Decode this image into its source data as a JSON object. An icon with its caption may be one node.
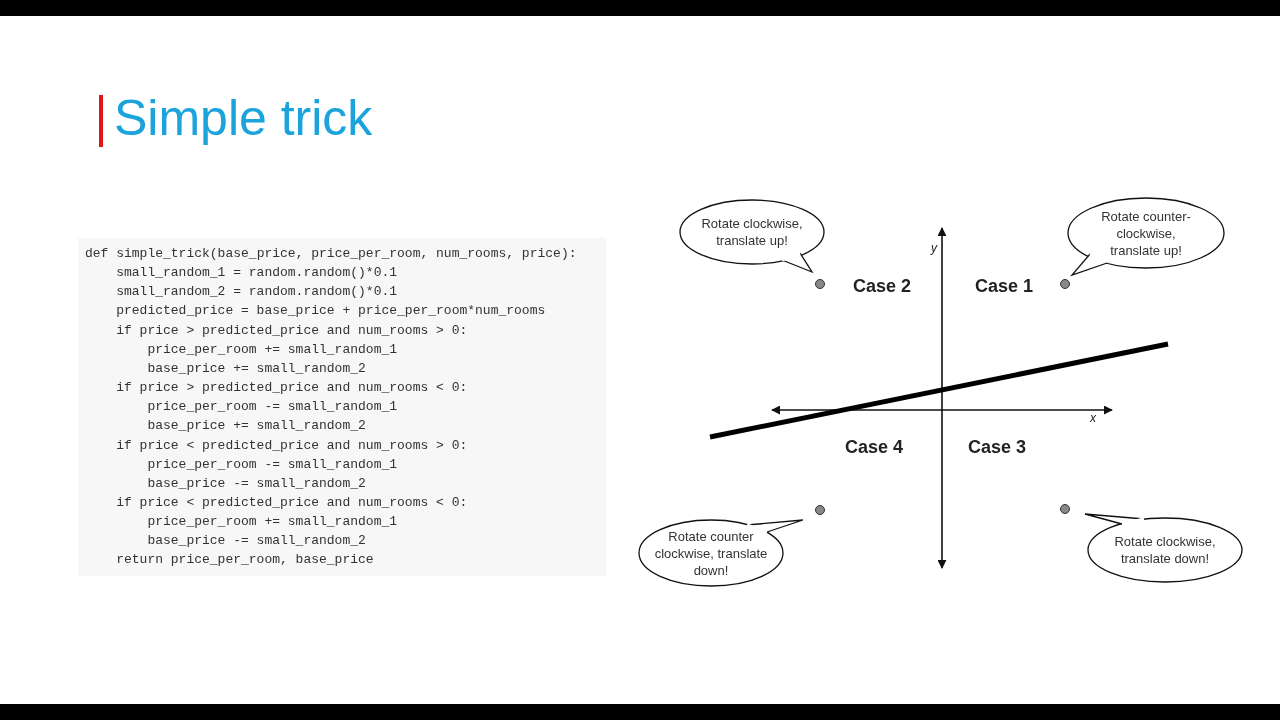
{
  "diagram": {
    "title": "Simple trick",
    "nodes": [
      {
        "text": [
          "Rotate clockwise, translate up!"
        ]
      },
      {
        "text": [
          "Rotate counter- clockwise, translate up!"
        ]
      },
      {
        "text": [
          "Rotate counter clockwise, translate down!"
        ]
      },
      {
        "text": [
          "Rotate clockwise, translate down!"
        ]
      }
    ],
    "labels": [
      "def simple_trick(base_price, price_per_room, num_rooms, price):",
      "small_random_1 = random.random()*0.1",
      "small_random_2 = random.random()*0.1",
      "predicted_price = base_price + price_per_room*num_rooms",
      "if price > predicted_price and num_rooms > 0:",
      "price_per_room += small_random_1",
      "base_price += small_random_2",
      "if price > predicted_price and num_rooms < 0:",
      "price_per_room -= small_random_1",
      "base_price += small_random_2",
      "if price < predicted_price and num_rooms > 0:",
      "price_per_room -= small_random_1",
      "base_price -= small_random_2",
      "if price < predicted_price and num_rooms < 0:",
      "price_per_room += small_random_1",
      "base_price -= small_random_2",
      "return price_per_room, base_price",
      "y",
      "Case 2",
      "Case 1",
      "x",
      "Case 4",
      "Case 3"
    ]
  }
}
